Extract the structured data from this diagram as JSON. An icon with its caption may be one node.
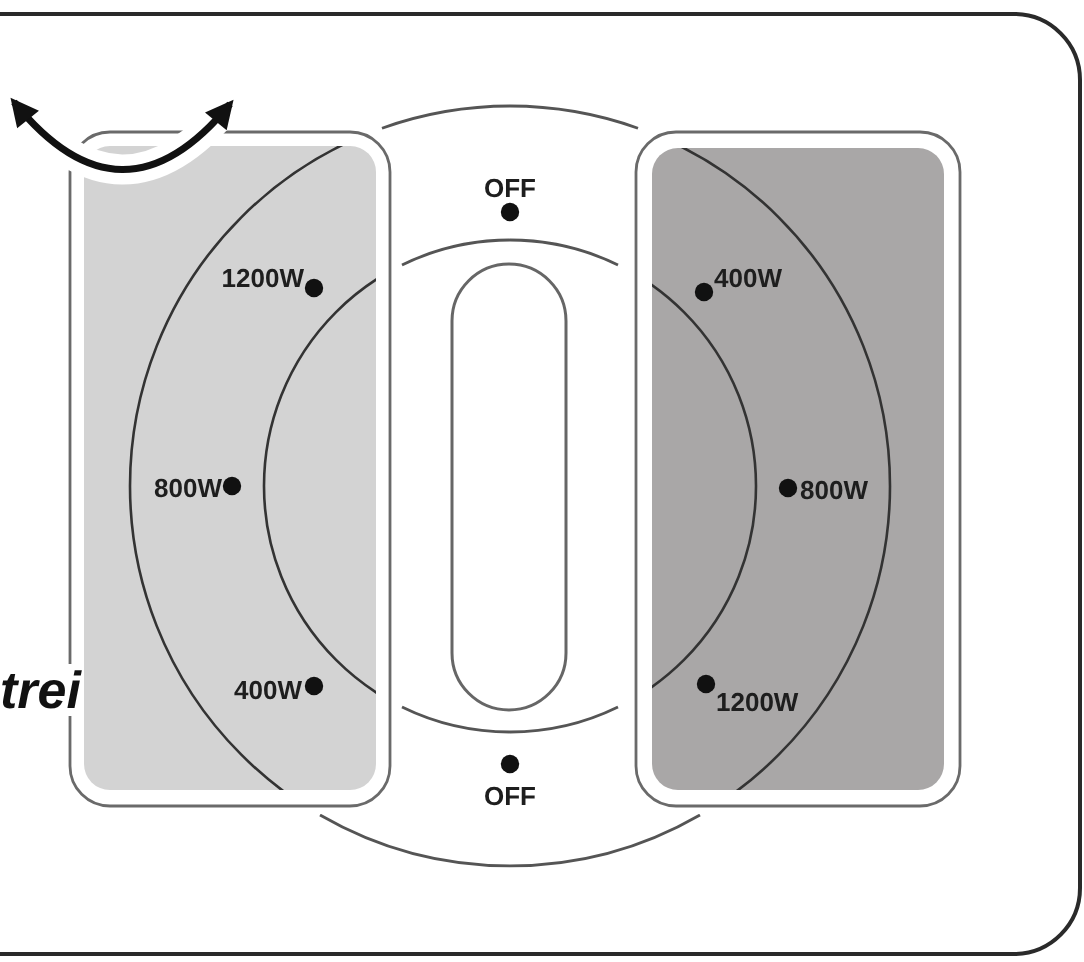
{
  "diagram": {
    "labels": [
      "OFF",
      "1200W",
      "400W",
      "800W",
      "800W",
      "trei",
      "400W",
      "1200W",
      "OFF"
    ]
  }
}
